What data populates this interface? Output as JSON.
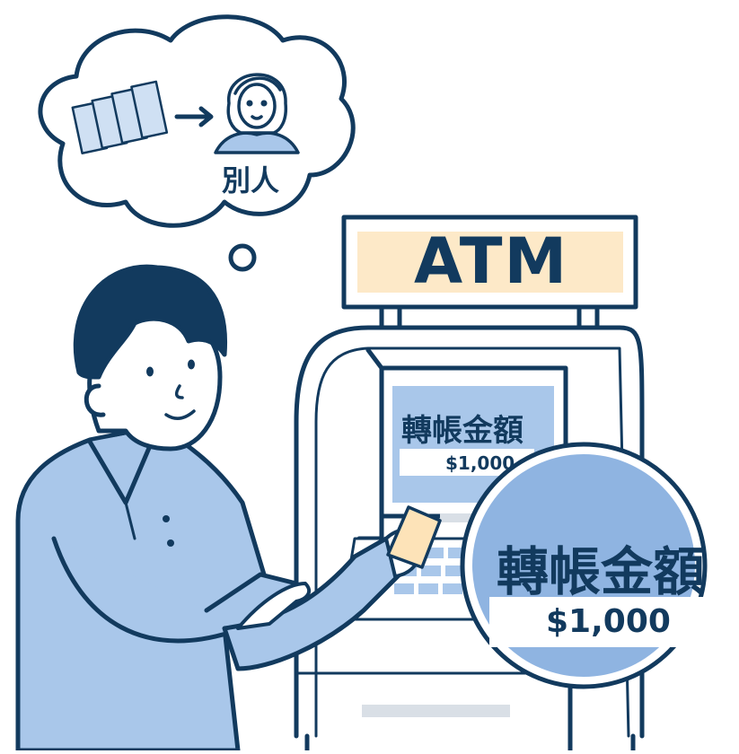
{
  "thought_bubble": {
    "recipient_label": "別人"
  },
  "atm": {
    "sign_text": "ATM",
    "screen": {
      "label": "轉帳金額",
      "amount": "$1,000"
    }
  },
  "zoom_callout": {
    "label": "轉帳金額",
    "amount": "$1,000"
  },
  "colors": {
    "outline": "#123a5e",
    "blue_light": "#a9c7ea",
    "blue_mid": "#8fb4e1",
    "sign_fill": "#fde9c8",
    "skin": "#ffffff",
    "card": "#fde3b8"
  }
}
